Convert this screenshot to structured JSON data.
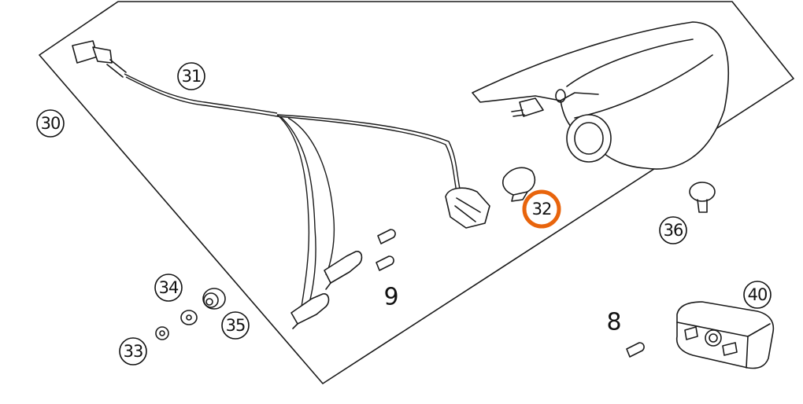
{
  "diagram": {
    "highlight_color": "#e8640c",
    "callouts": [
      {
        "id": "c30",
        "label": "30"
      },
      {
        "id": "c31",
        "label": "31"
      },
      {
        "id": "c32",
        "label": "32",
        "highlighted": true
      },
      {
        "id": "c33",
        "label": "33"
      },
      {
        "id": "c34",
        "label": "34"
      },
      {
        "id": "c35",
        "label": "35"
      },
      {
        "id": "c36",
        "label": "36"
      },
      {
        "id": "c40",
        "label": "40"
      },
      {
        "id": "c8",
        "label": "8"
      },
      {
        "id": "c9",
        "label": "9"
      }
    ]
  }
}
